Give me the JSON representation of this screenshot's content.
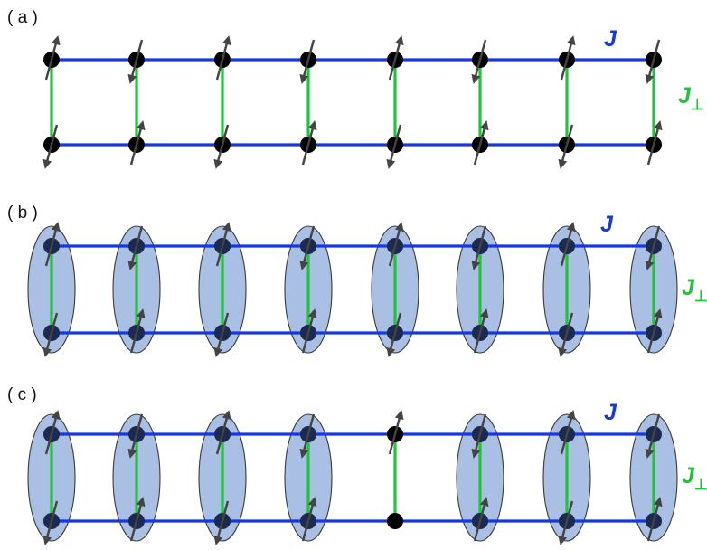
{
  "colors": {
    "leg": "#1538e0",
    "rung": "#1ec43a",
    "site": "#000000",
    "site_singlet": "#1b2a4e",
    "spin_arrow": "#444444",
    "singlet_fill": "#a9bfe3",
    "singlet_stroke": "#3a3a3a",
    "j_label": "#1538e0",
    "jperp_label": "#1ec43a"
  },
  "panels": [
    {
      "label": "( a )",
      "j_label": "J",
      "jperp_label": "J",
      "jperp_subscript": "⊥",
      "rungs": [
        {
          "singlet": false,
          "top_spin": "up",
          "bottom_spin": "down"
        },
        {
          "singlet": false,
          "top_spin": "down",
          "bottom_spin": "up"
        },
        {
          "singlet": false,
          "top_spin": "up",
          "bottom_spin": "down"
        },
        {
          "singlet": false,
          "top_spin": "down",
          "bottom_spin": "up"
        },
        {
          "singlet": false,
          "top_spin": "up",
          "bottom_spin": "down"
        },
        {
          "singlet": false,
          "top_spin": "down",
          "bottom_spin": "up"
        },
        {
          "singlet": false,
          "top_spin": "up",
          "bottom_spin": "down"
        },
        {
          "singlet": false,
          "top_spin": "down",
          "bottom_spin": "up"
        }
      ]
    },
    {
      "label": "( b )",
      "j_label": "J",
      "jperp_label": "J",
      "jperp_subscript": "⊥",
      "rungs": [
        {
          "singlet": true,
          "top_spin": "up",
          "bottom_spin": "down"
        },
        {
          "singlet": true,
          "top_spin": "down",
          "bottom_spin": "up"
        },
        {
          "singlet": true,
          "top_spin": "up",
          "bottom_spin": "down"
        },
        {
          "singlet": true,
          "top_spin": "down",
          "bottom_spin": "up"
        },
        {
          "singlet": true,
          "top_spin": "up",
          "bottom_spin": "down"
        },
        {
          "singlet": true,
          "top_spin": "down",
          "bottom_spin": "up"
        },
        {
          "singlet": true,
          "top_spin": "up",
          "bottom_spin": "down"
        },
        {
          "singlet": true,
          "top_spin": "down",
          "bottom_spin": "up"
        }
      ]
    },
    {
      "label": "( c )",
      "j_label": "J",
      "jperp_label": "J",
      "jperp_subscript": "⊥",
      "rungs": [
        {
          "singlet": true,
          "top_spin": "up",
          "bottom_spin": "down"
        },
        {
          "singlet": true,
          "top_spin": "down",
          "bottom_spin": "up"
        },
        {
          "singlet": true,
          "top_spin": "up",
          "bottom_spin": "down"
        },
        {
          "singlet": true,
          "top_spin": "down",
          "bottom_spin": "up"
        },
        {
          "singlet": false,
          "top_spin": "up",
          "bottom_spin": "none"
        },
        {
          "singlet": true,
          "top_spin": "down",
          "bottom_spin": "up"
        },
        {
          "singlet": true,
          "top_spin": "up",
          "bottom_spin": "down"
        },
        {
          "singlet": true,
          "top_spin": "down",
          "bottom_spin": "up"
        }
      ]
    }
  ]
}
